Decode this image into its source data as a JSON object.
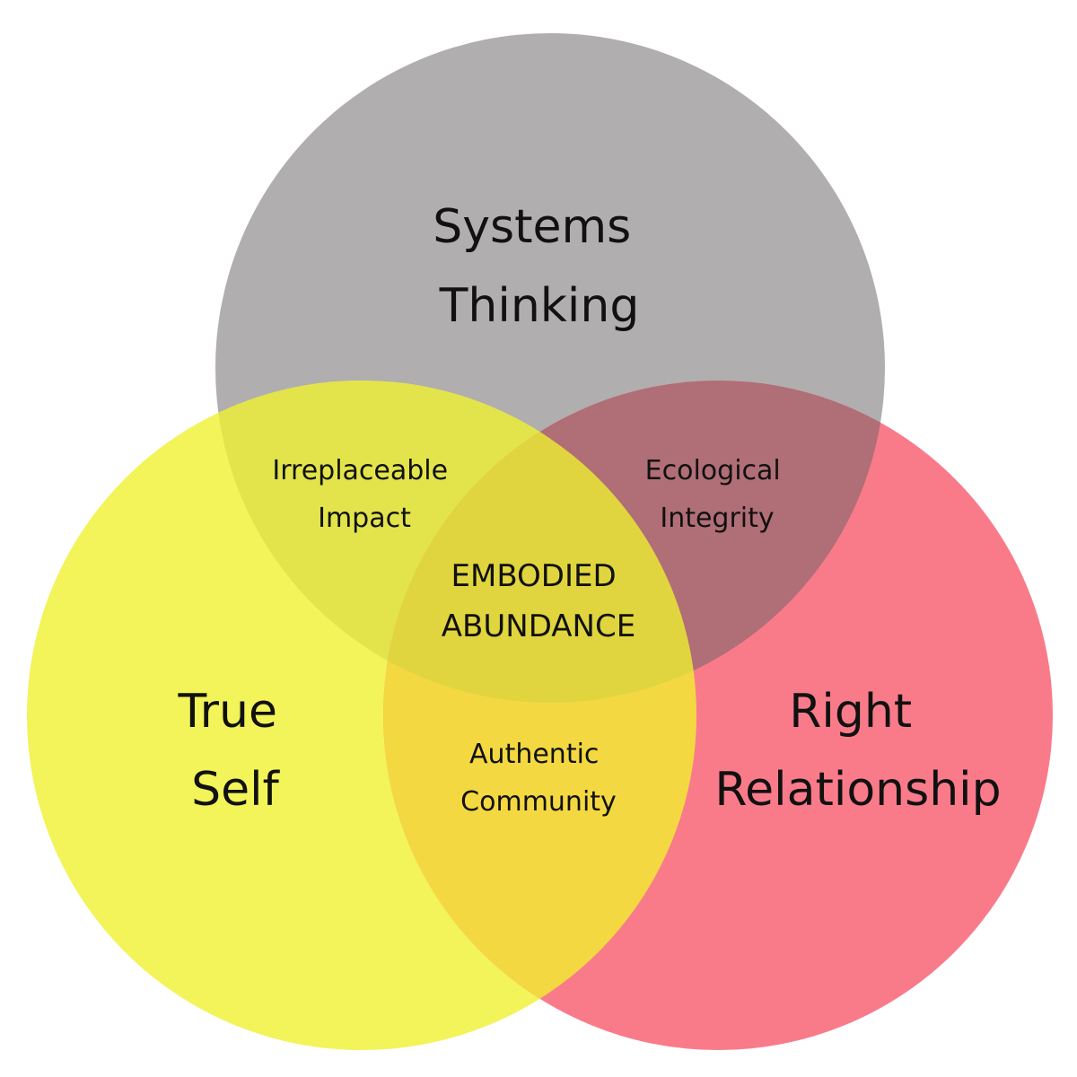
{
  "circles": [
    {
      "key": "systems",
      "lines": [
        "Systems",
        "Thinking"
      ],
      "color": "#b1aeaf"
    },
    {
      "key": "self",
      "lines": [
        "True",
        "Self"
      ],
      "color": "#f3f35a"
    },
    {
      "key": "relationship",
      "lines": [
        "Right",
        "Relationship"
      ],
      "color": "#f97b8a"
    }
  ],
  "overlaps": {
    "systems_self": {
      "lines": [
        "Irreplaceable",
        "Impact"
      ],
      "color": "#e3e34c"
    },
    "systems_relationship": {
      "lines": [
        "Ecological",
        "Integrity"
      ],
      "color": "#b06e76"
    },
    "self_relationship": {
      "lines": [
        "Authentic",
        "Community"
      ],
      "color": "#f4d842"
    },
    "center": {
      "lines": [
        "EMBODIED",
        "ABUNDANCE"
      ],
      "color": "#e0d53f"
    }
  }
}
